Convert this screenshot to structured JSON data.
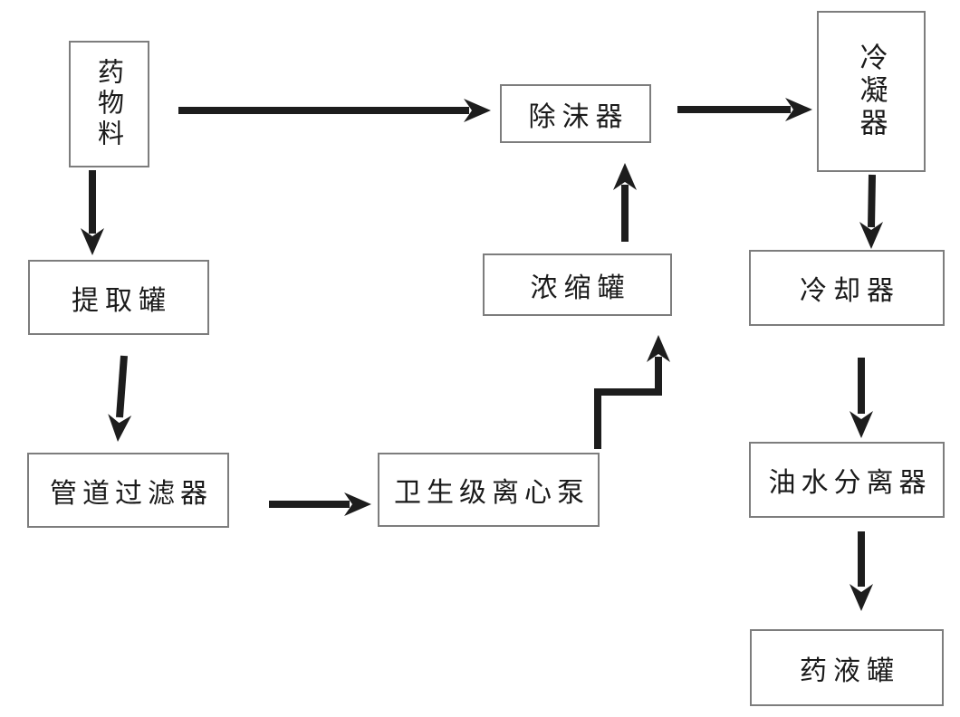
{
  "diagram": {
    "title": "drug-extraction-process-flow",
    "background_color": "#ffffff",
    "arrow_color": "#1d1d1d",
    "box_border_color": "#7d7d7d",
    "text_color": "#1a1a1a",
    "nodes": [
      {
        "id": "drug-material",
        "label": "药物料",
        "orientation": "vertical"
      },
      {
        "id": "demister",
        "label": "除沫器",
        "orientation": "horizontal"
      },
      {
        "id": "condenser",
        "label": "冷凝器",
        "orientation": "vertical"
      },
      {
        "id": "extraction-tank",
        "label": "提取罐",
        "orientation": "horizontal"
      },
      {
        "id": "concentration-tank",
        "label": "浓缩罐",
        "orientation": "horizontal"
      },
      {
        "id": "cooler",
        "label": "冷却器",
        "orientation": "horizontal"
      },
      {
        "id": "pipeline-filter",
        "label": "管道过滤器",
        "orientation": "horizontal"
      },
      {
        "id": "sanitary-pump",
        "label": "卫生级离心泵",
        "orientation": "horizontal"
      },
      {
        "id": "oil-water-separator",
        "label": "油水分离器",
        "orientation": "horizontal"
      },
      {
        "id": "medicine-tank",
        "label": "药液罐",
        "orientation": "horizontal"
      }
    ],
    "edges": [
      {
        "from": "drug-material",
        "to": "demister"
      },
      {
        "from": "drug-material",
        "to": "extraction-tank"
      },
      {
        "from": "demister",
        "to": "condenser"
      },
      {
        "from": "extraction-tank",
        "to": "pipeline-filter"
      },
      {
        "from": "pipeline-filter",
        "to": "sanitary-pump"
      },
      {
        "from": "sanitary-pump",
        "to": "concentration-tank"
      },
      {
        "from": "concentration-tank",
        "to": "demister"
      },
      {
        "from": "condenser",
        "to": "cooler"
      },
      {
        "from": "cooler",
        "to": "oil-water-separator"
      },
      {
        "from": "oil-water-separator",
        "to": "medicine-tank"
      }
    ]
  }
}
